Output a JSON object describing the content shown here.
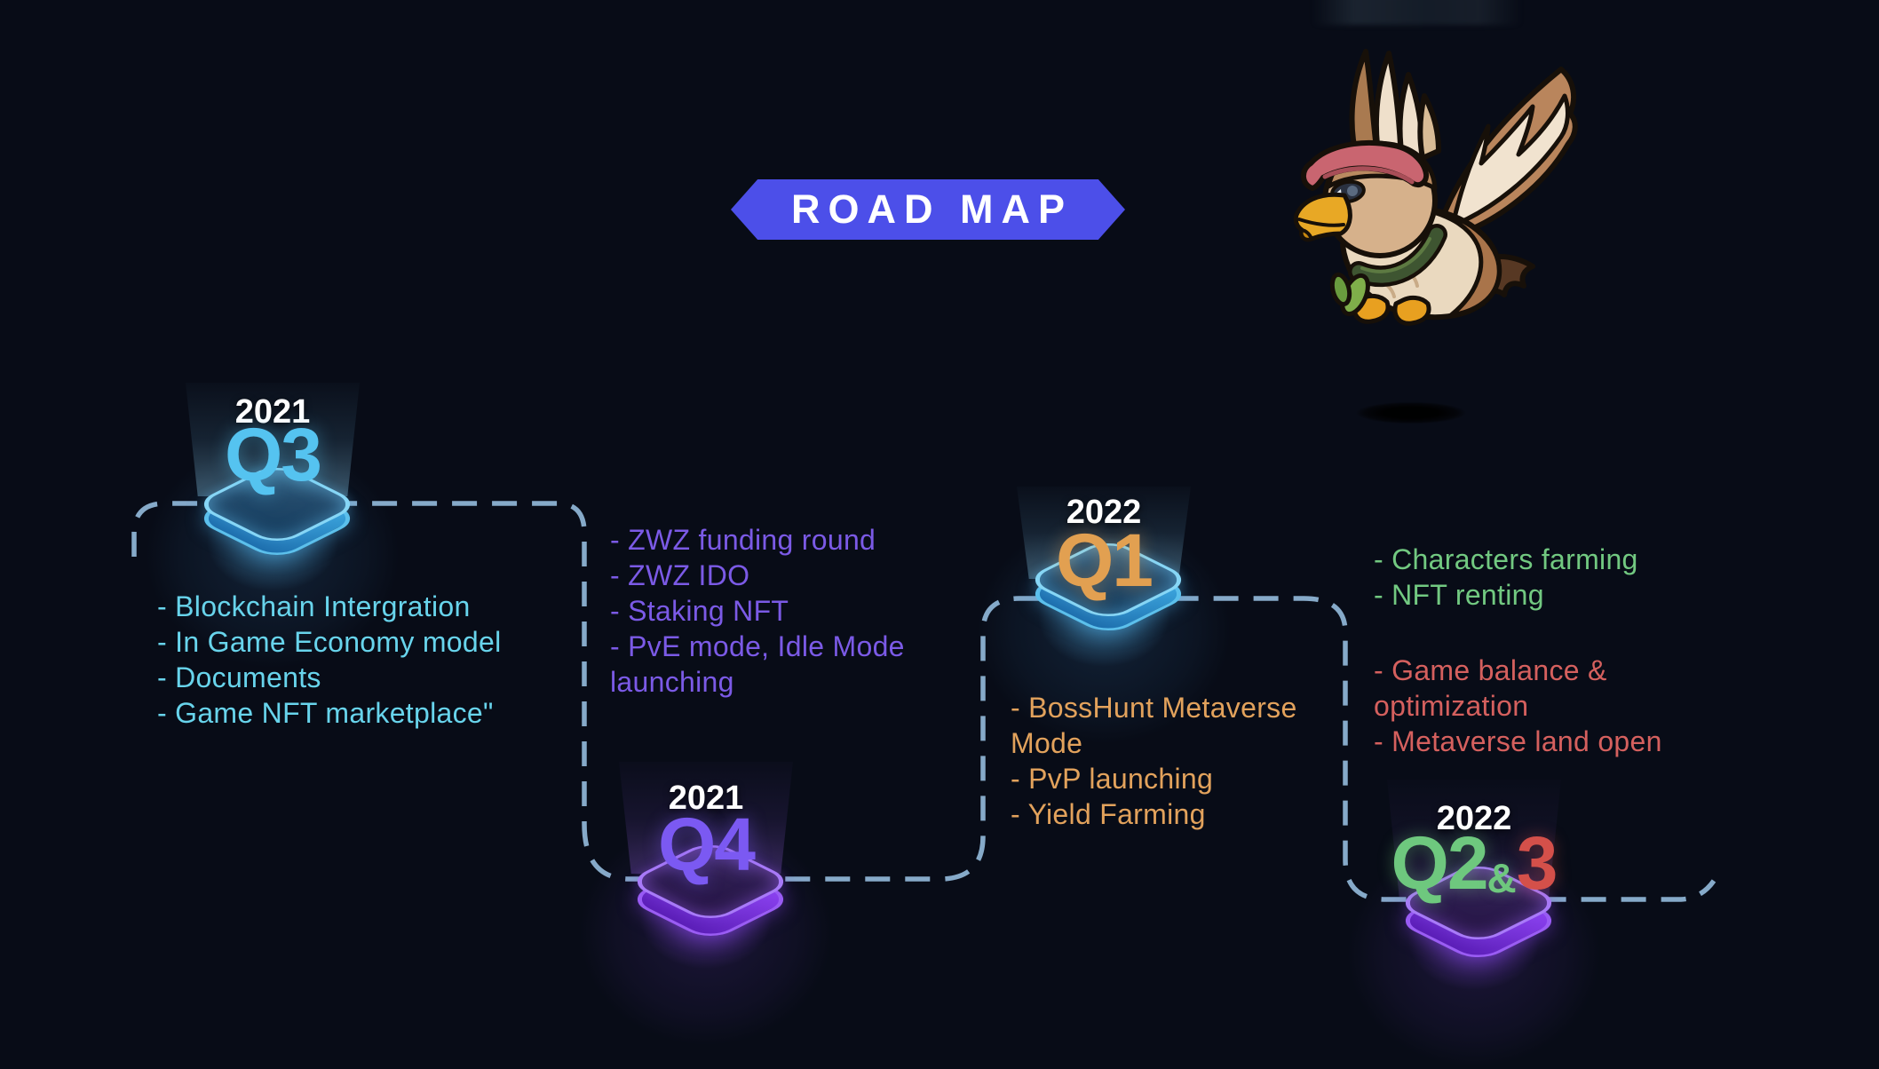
{
  "banner": {
    "title": "ROAD MAP"
  },
  "hero": {
    "mascot": "flying-eagle-mascot"
  },
  "colors": {
    "background": "#080c17",
    "banner": "#4c4fe9",
    "dashed_route": "#86aac9",
    "q3_accent": "#55c3f0",
    "q4_accent": "#7b59f2",
    "q1_accent": "#e2a051",
    "q2_accent": "#6ec87e",
    "q3_of_2022_accent": "#d4504a",
    "list_cyan": "#68d4ec",
    "list_purple": "#7b5ae6",
    "list_orange": "#e2a25c",
    "list_green": "#72c981",
    "list_red": "#d5605e",
    "year_text": "#ffffff"
  },
  "timeline": {
    "milestones": [
      {
        "year": "2021",
        "quarter": "Q3",
        "items": [
          "- Blockchain Intergration",
          "- In Game Economy model",
          "- Documents",
          "- Game NFT marketplace\""
        ]
      },
      {
        "year": "2021",
        "quarter": "Q4",
        "items": [
          "- ZWZ funding round",
          "- ZWZ IDO",
          "- Staking NFT",
          "- PvE mode, Idle Mode",
          "launching"
        ]
      },
      {
        "year": "2022",
        "quarter": "Q1",
        "items": [
          "- BossHunt Metaverse",
          "Mode",
          "- PvP launching",
          "- Yield Farming"
        ]
      },
      {
        "year": "2022",
        "quarter_green": "Q2",
        "quarter_amp": "&",
        "quarter_red": "3",
        "items_green": [
          "- Characters farming",
          "- NFT renting"
        ],
        "items_red": [
          "- Game balance &",
          "optimization",
          "- Metaverse land open"
        ]
      }
    ]
  }
}
